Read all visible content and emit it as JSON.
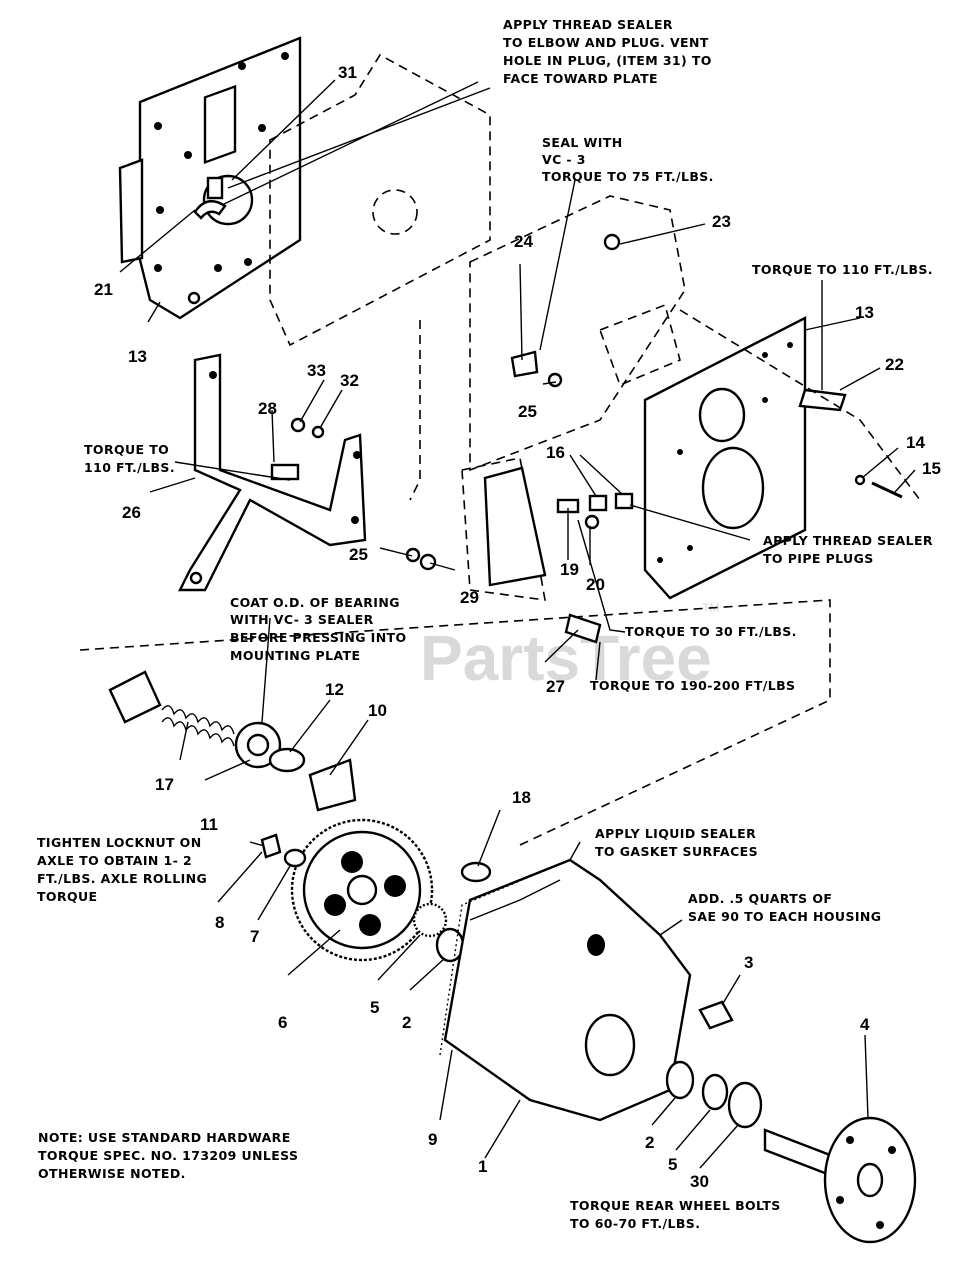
{
  "watermark": {
    "text": "PartsTree",
    "tm": "TM"
  },
  "notes": {
    "n1": [
      "APPLY THREAD SEALER",
      "TO ELBOW AND PLUG.  VENT",
      "HOLE IN PLUG, (ITEM 31) TO",
      "FACE TOWARD PLATE"
    ],
    "n2": [
      "SEAL WITH",
      "VC - 3",
      "TORQUE TO 75 FT./LBS."
    ],
    "n3": [
      "TORQUE TO 110 FT./LBS."
    ],
    "n4": [
      "TORQUE TO",
      "110 FT./LBS."
    ],
    "n5": [
      "APPLY THREAD SEALER",
      "TO PIPE PLUGS"
    ],
    "n6": [
      "TORQUE TO 30 FT./LBS."
    ],
    "n7": [
      "TORQUE TO 190-200 FT/LBS"
    ],
    "n8": [
      "COAT O.D. OF BEARING",
      "WITH VC- 3 SEALER",
      "BEFORE PRESSING INTO",
      "MOUNTING PLATE"
    ],
    "n9": [
      "APPLY LIQUID SEALER",
      "TO GASKET SURFACES"
    ],
    "n10": [
      "ADD. .5 QUARTS OF",
      "SAE 90 TO EACH HOUSING"
    ],
    "n11": [
      "TIGHTEN LOCKNUT ON",
      "AXLE TO OBTAIN 1- 2",
      "FT./LBS. AXLE ROLLING",
      "TORQUE"
    ],
    "n12": [
      "NOTE: USE STANDARD HARDWARE",
      "TORQUE SPEC. NO. 173209 UNLESS",
      "OTHERWISE NOTED."
    ],
    "n13": [
      "TORQUE REAR WHEEL BOLTS",
      "TO 60-70 FT./LBS."
    ]
  },
  "callouts": {
    "c31": "31",
    "c21": "21",
    "c13a": "13",
    "c24": "24",
    "c23": "23",
    "c13b": "13",
    "c22": "22",
    "c33": "33",
    "c32": "32",
    "c28": "28",
    "c26": "26",
    "c25a": "25",
    "c16": "16",
    "c14": "14",
    "c15": "15",
    "c25b": "25",
    "c29": "29",
    "c19": "19",
    "c20": "20",
    "c27": "27",
    "c12": "12",
    "c10": "10",
    "c17": "17",
    "c11": "11",
    "c18": "18",
    "c8": "8",
    "c7": "7",
    "c6": "6",
    "c5a": "5",
    "c2a": "2",
    "c3": "3",
    "c4": "4",
    "c9": "9",
    "c1": "1",
    "c2b": "2",
    "c5b": "5",
    "c30": "30"
  }
}
